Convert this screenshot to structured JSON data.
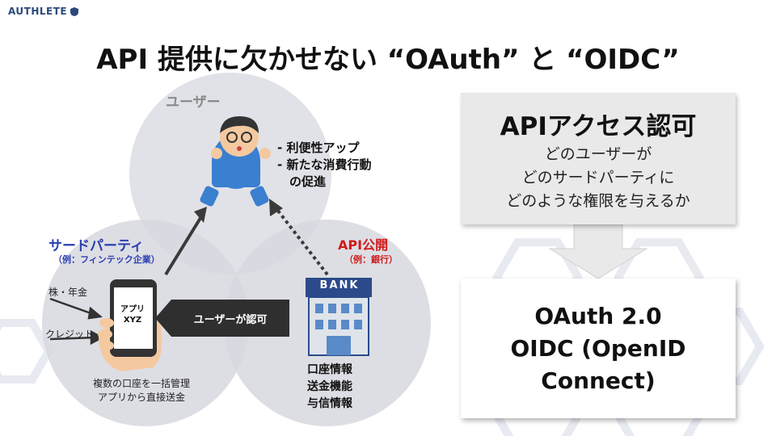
{
  "header": {
    "logo_text": "AUTHLETE"
  },
  "slide": {
    "title": "API 提供に欠かせない “OAuth” と “OIDC”"
  },
  "diagram": {
    "user": {
      "label": "ユーザー",
      "benefits": [
        "- 利便性アップ",
        "- 新たな消費行動",
        "の促進"
      ]
    },
    "third_party": {
      "label": "サードパーティ",
      "example": "（例：フィンテック企業）",
      "app_label_line1": "アプリ",
      "app_label_line2": "XYZ",
      "inputs": [
        "株・年金",
        "クレジット"
      ],
      "description_line1": "複数の口座を一括管理",
      "description_line2": "アプリから直接送金"
    },
    "api_provider": {
      "label": "API公開",
      "example": "（例：銀行）",
      "bank_sign": "BANK",
      "info": [
        "口座情報",
        "送金機能",
        "与信情報"
      ]
    },
    "authorization_label": "ユーザーが認可"
  },
  "right_panel": {
    "top": {
      "title": "APIアクセス認可",
      "lines": [
        "どのユーザーが",
        "どのサードパーティに",
        "どのような権限を与えるか"
      ]
    },
    "bottom": {
      "lines": [
        "OAuth 2.0",
        "OIDC (OpenID",
        "Connect)"
      ]
    }
  },
  "colors": {
    "third_party": "#2b3fb0",
    "api": "#d01818",
    "circle": "#dcdde3",
    "dark_box": "#2f2f2f"
  }
}
